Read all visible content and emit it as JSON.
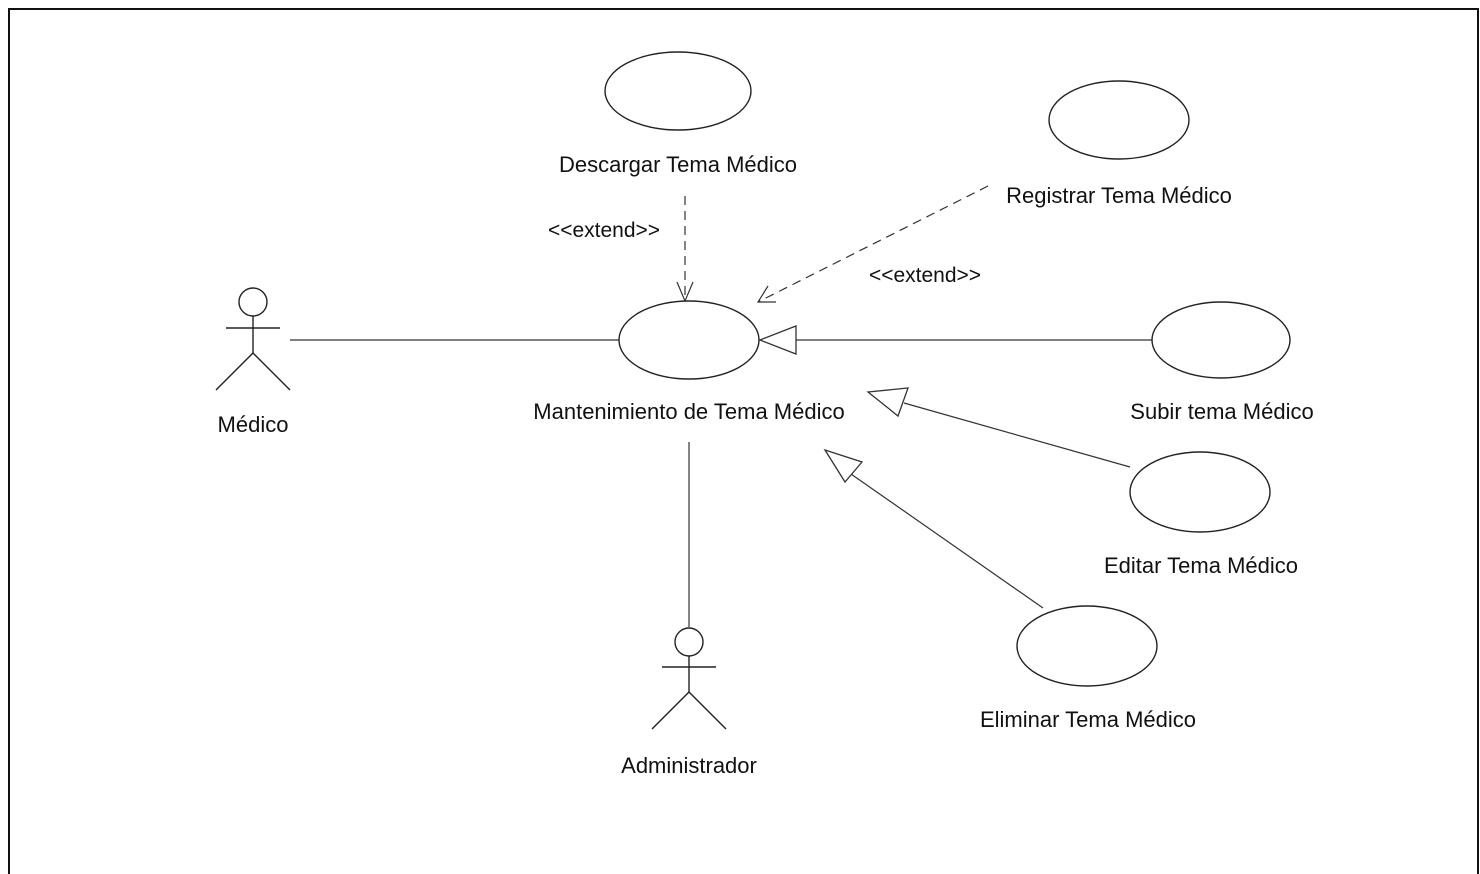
{
  "actors": {
    "medico": "Médico",
    "administrador": "Administrador"
  },
  "use_cases": {
    "descargar": "Descargar Tema Médico",
    "registrar": "Registrar Tema Médico",
    "mantenimiento": "Mantenimiento de Tema Médico",
    "subir": "Subir tema Médico",
    "editar": "Editar Tema Médico",
    "eliminar": "Eliminar Tema Médico"
  },
  "stereotypes": {
    "extend_descargar": "<<extend>>",
    "extend_registrar": "<<extend>>"
  }
}
